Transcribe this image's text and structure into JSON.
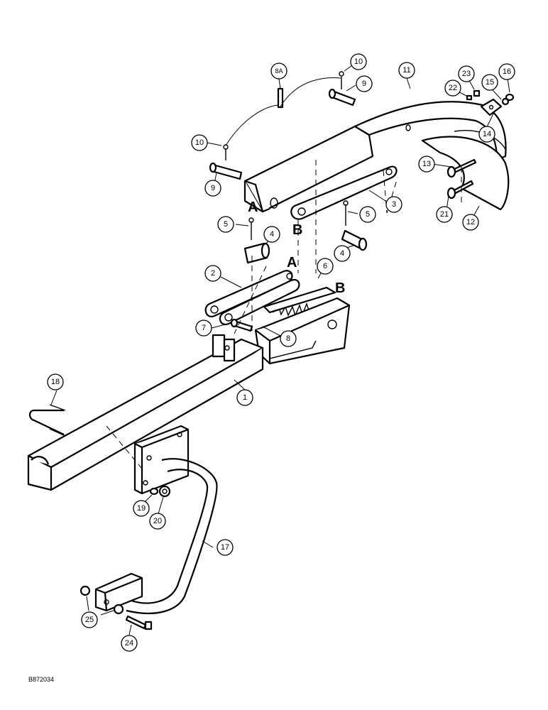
{
  "diagram": {
    "callouts": [
      "1",
      "2",
      "3",
      "4",
      "5",
      "6",
      "7",
      "8",
      "8A",
      "9",
      "10",
      "11",
      "12",
      "13",
      "14",
      "15",
      "16",
      "17",
      "18",
      "19",
      "20",
      "21",
      "22",
      "23",
      "24",
      "25"
    ],
    "section_marks": [
      "A",
      "B"
    ],
    "figure_code": "B872034"
  }
}
